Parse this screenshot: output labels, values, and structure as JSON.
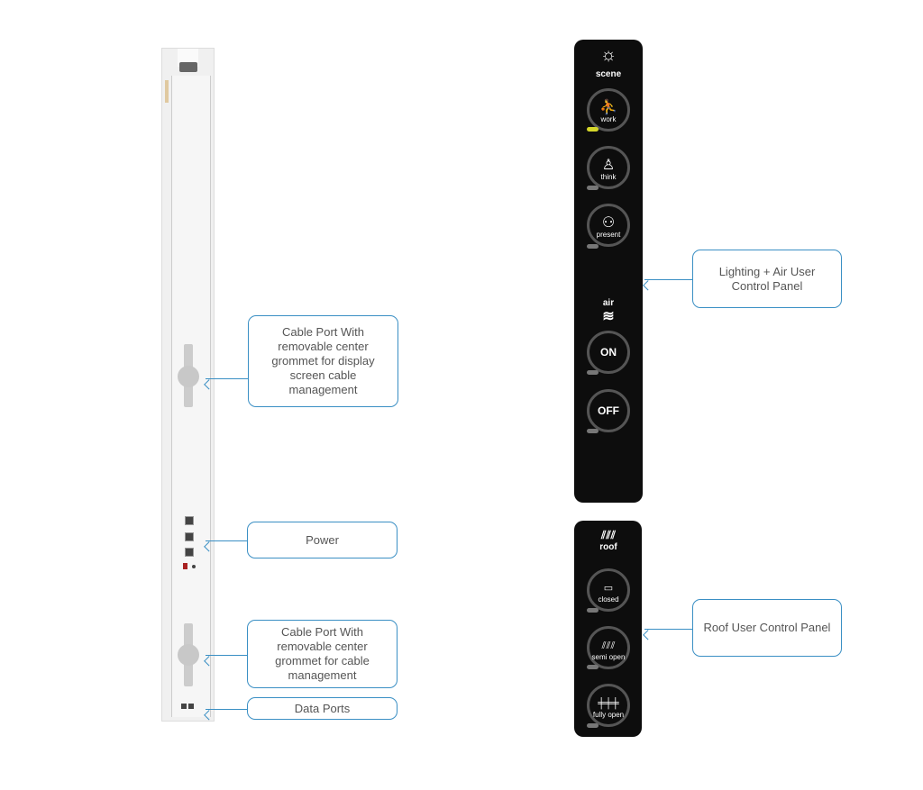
{
  "callouts": {
    "cable_port_display": "Cable Port With removable center grommet for display screen cable management",
    "power": "Power",
    "cable_port": "Cable Port With removable center grommet for cable management",
    "data_ports": "Data Ports",
    "lighting_air": "Lighting + Air User Control Panel",
    "roof": "Roof User Control Panel"
  },
  "lighting_panel": {
    "scene_label": "scene",
    "scenes": [
      {
        "label": "work",
        "active": true
      },
      {
        "label": "think",
        "active": false
      },
      {
        "label": "present",
        "active": false
      }
    ],
    "air_label": "air",
    "air_buttons": [
      {
        "label": "ON"
      },
      {
        "label": "OFF"
      }
    ],
    "active_color": "#d4d62a"
  },
  "roof_panel": {
    "roof_label": "roof",
    "buttons": [
      {
        "label": "closed"
      },
      {
        "label": "semi open"
      },
      {
        "label": "fully open"
      }
    ]
  }
}
